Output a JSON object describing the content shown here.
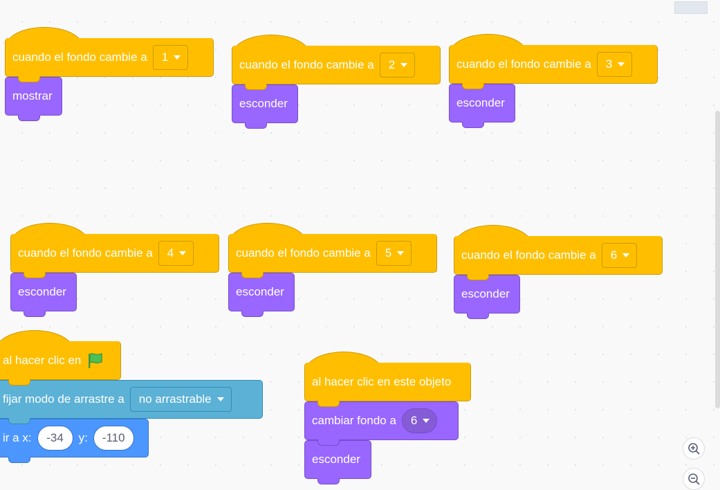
{
  "hat_label": "cuando el fondo cambie a",
  "scripts": [
    {
      "backdrop": "1",
      "action": "mostrar"
    },
    {
      "backdrop": "2",
      "action": "esconder"
    },
    {
      "backdrop": "3",
      "action": "esconder"
    },
    {
      "backdrop": "4",
      "action": "esconder"
    },
    {
      "backdrop": "5",
      "action": "esconder"
    },
    {
      "backdrop": "6",
      "action": "esconder"
    }
  ],
  "flag_script": {
    "hat_label": "al hacer clic en",
    "drag_label": "fijar modo de arrastre a",
    "drag_value": "no arrastrable",
    "goto_label_x": "ir a x:",
    "goto_x": "-34",
    "goto_label_y": "y:",
    "goto_y": "-110"
  },
  "sprite_script": {
    "hat_label": "al hacer clic en este objeto",
    "switch_label": "cambiar fondo a",
    "switch_value": "6",
    "action": "esconder"
  },
  "zoom": {
    "in_icon": "zoom-in-icon",
    "out_icon": "zoom-out-icon"
  },
  "colors": {
    "events": "#ffbf00",
    "looks": "#9966ff",
    "sensing": "#5cb1d6",
    "motion": "#4c97ff"
  }
}
